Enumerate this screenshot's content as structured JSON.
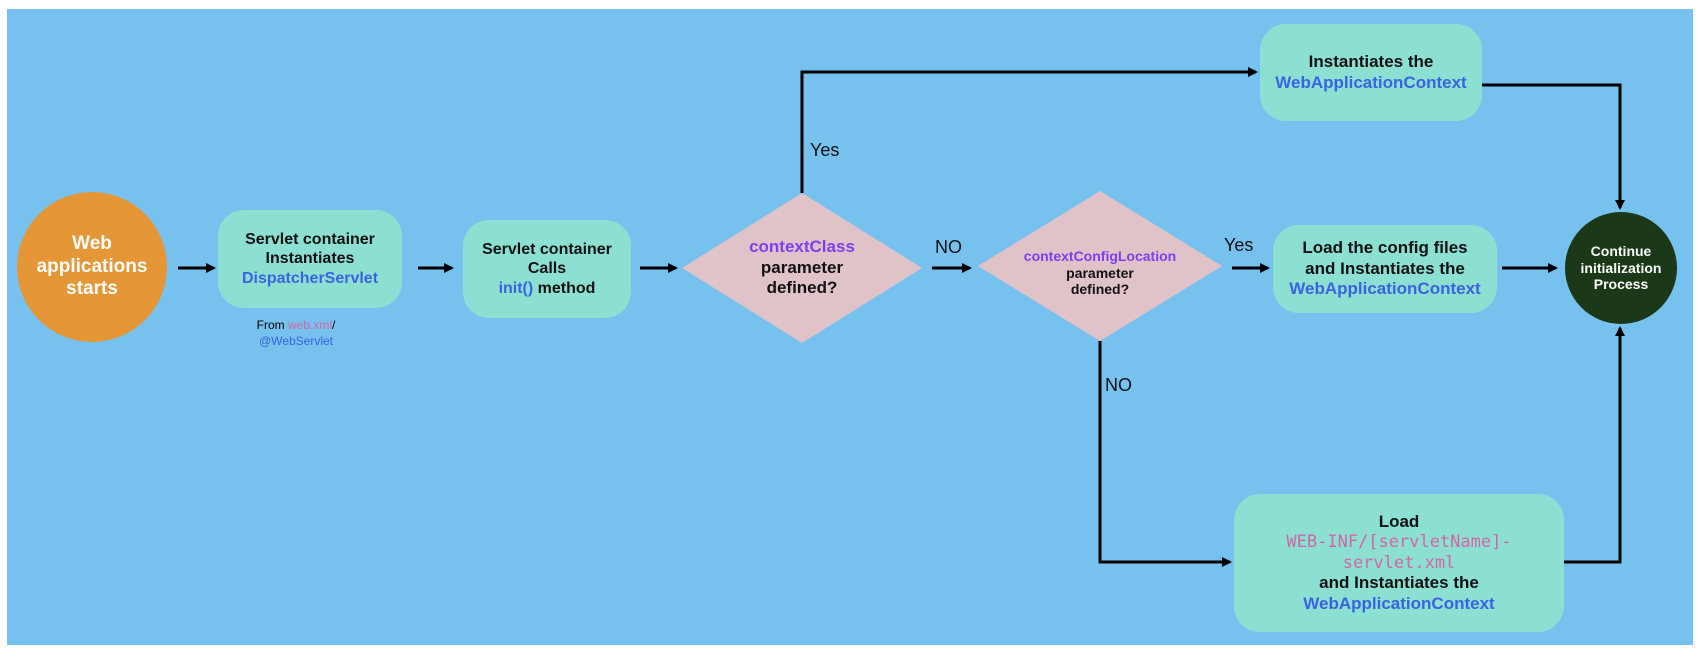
{
  "colors": {
    "background": "#77c1ef",
    "box": "#8ce0d2",
    "diamond": "#e0c2c9",
    "start": "#e59637",
    "end": "#1b3818",
    "blue_text": "#3b62e0",
    "purple_text": "#7d3ff0",
    "pink_text": "#d066a8"
  },
  "start": {
    "line1": "Web",
    "line2": "applications",
    "line3": "starts"
  },
  "step1": {
    "line1": "Servlet container",
    "line2": "Instantiates",
    "line3": "DispatcherServlet",
    "note_prefix": "From ",
    "note_file": "web.xml",
    "note_sep": "/",
    "note_annotation": "@WebServlet"
  },
  "step2": {
    "line1": "Servlet container",
    "line2": "Calls",
    "method": "init()",
    "method_suffix": " method"
  },
  "decision1": {
    "param": "contextClass",
    "line2": "parameter",
    "line3": "defined?"
  },
  "decision2": {
    "param": "contextConfigLocation",
    "line2": "parameter",
    "line3": "defined?"
  },
  "top_box": {
    "line1": "Instantiates the",
    "line2": "WebApplicationContext"
  },
  "mid_box": {
    "line1": "Load the config files",
    "line2": "and Instantiates the",
    "line3": "WebApplicationContext"
  },
  "bottom_box": {
    "line1": "Load",
    "path1": "WEB-INF/[servletName]-",
    "path2": "servlet.xml",
    "line3": "and Instantiates the",
    "line4": "WebApplicationContext"
  },
  "end": {
    "line1": "Continue",
    "line2": "initialization",
    "line3": "Process"
  },
  "edge_labels": {
    "yes1": "Yes",
    "no1": "NO",
    "yes2": "Yes",
    "no2": "NO"
  }
}
